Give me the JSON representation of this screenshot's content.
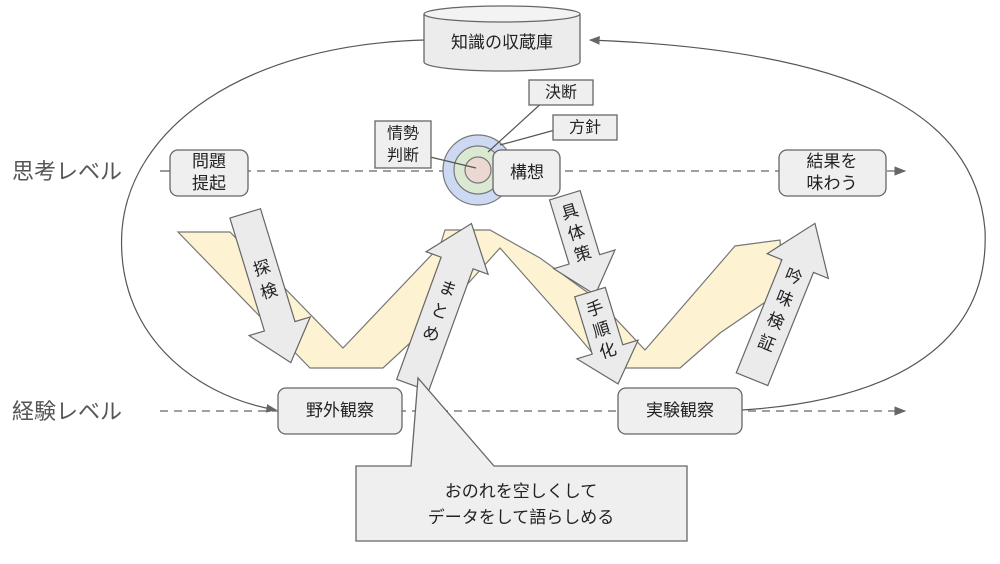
{
  "levels": {
    "thinking": "思考レベル",
    "experience": "経験レベル"
  },
  "storage": {
    "label": "知識の収蔵庫"
  },
  "nodes": {
    "problem": [
      "問題",
      "提起"
    ],
    "concept": "構想",
    "result": [
      "結果を",
      "味わう"
    ],
    "field": "野外観察",
    "experiment": "実験観察"
  },
  "callouts": {
    "situation": [
      "情勢",
      "判断"
    ],
    "decision": "決断",
    "policy": "方針",
    "note": [
      "おのれを空しくして",
      "データをして語らしめる"
    ]
  },
  "arrows": {
    "explore": [
      "探",
      "検"
    ],
    "summarize": [
      "ま",
      "と",
      "め"
    ],
    "concrete": [
      "具",
      "体",
      "策"
    ],
    "procedure": [
      "手",
      "順",
      "化"
    ],
    "verify": [
      "吟",
      "味",
      "検",
      "証"
    ]
  },
  "colors": {
    "zigzag_fill": "#fdf3d3",
    "ring_outer": "#cdd9f3",
    "ring_middle": "#dbe9d3",
    "ring_inner": "#ebd8d3",
    "box_fill": "#efefef"
  }
}
